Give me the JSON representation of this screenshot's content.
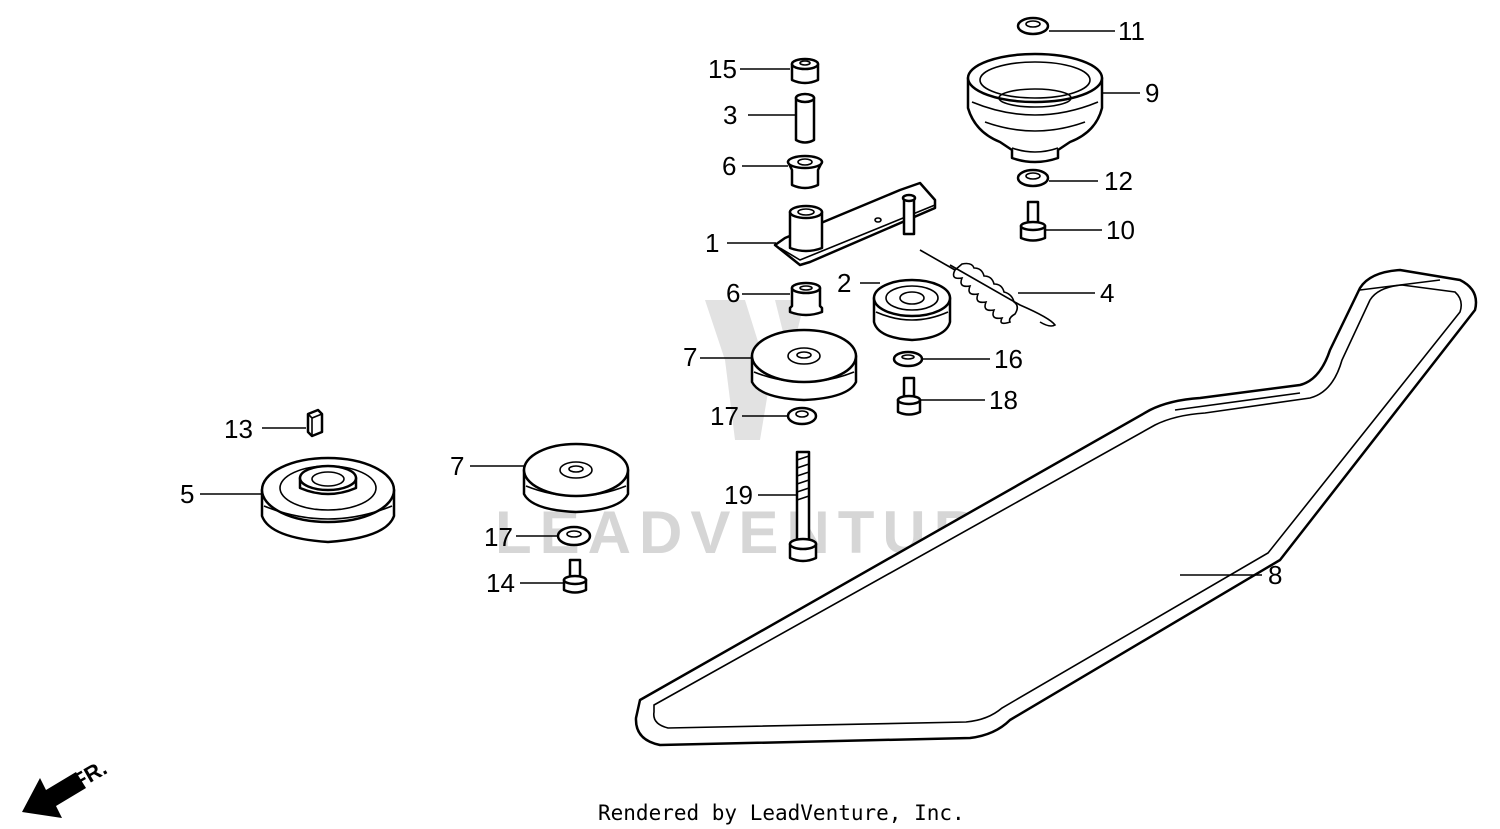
{
  "callouts": {
    "c1": "1",
    "c2": "2",
    "c3": "3",
    "c4": "4",
    "c5": "5",
    "c6a": "6",
    "c6b": "6",
    "c7a": "7",
    "c7b": "7",
    "c8": "8",
    "c9": "9",
    "c10": "10",
    "c11": "11",
    "c12": "12",
    "c13": "13",
    "c14": "14",
    "c15": "15",
    "c16": "16",
    "c17a": "17",
    "c17b": "17",
    "c18": "18",
    "c19": "19"
  },
  "direction_label": "FR.",
  "watermark_text": "LEADVENTURE",
  "footer_text": "Rendered by LeadVenture, Inc."
}
